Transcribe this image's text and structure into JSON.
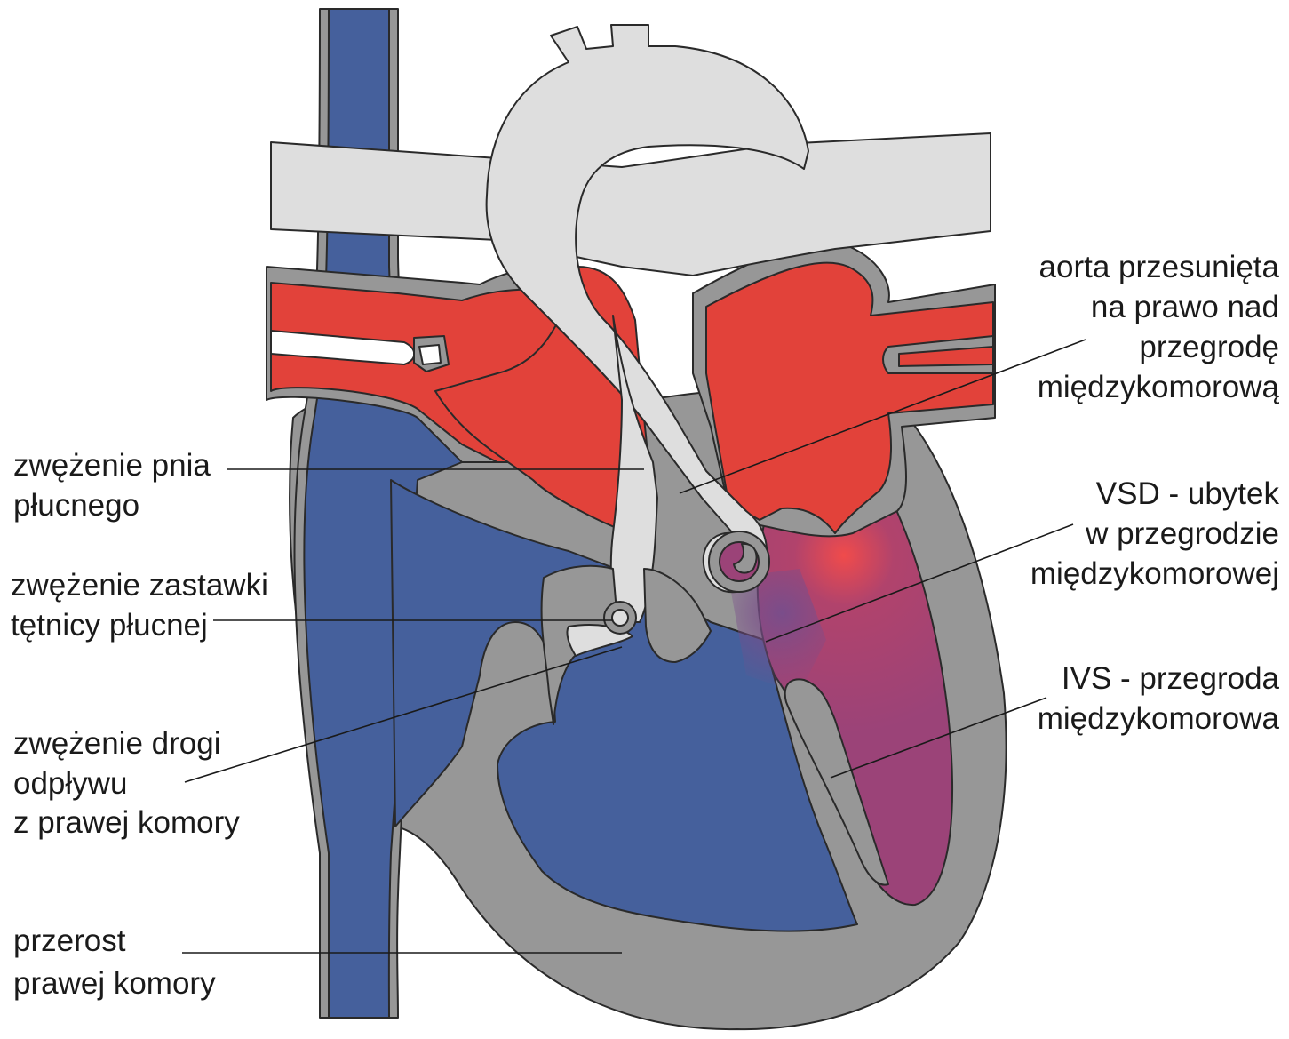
{
  "labels": {
    "aorta": [
      "aorta przesunięta",
      "na prawo nad",
      "przegrodę",
      "międzykomorową"
    ],
    "vsd": [
      "VSD - ubytek",
      "w przegrodzie",
      "międzykomorowej"
    ],
    "ivs": [
      "IVS - przegroda",
      "międzykomorowa"
    ],
    "pulmonary_trunk": [
      "zwężenie pnia",
      "płucnego"
    ],
    "pulmonary_valve": [
      "zwężenie zastawki",
      "tętnicy płucnej"
    ],
    "outflow": [
      "zwężenie drogi",
      "odpływu",
      "z prawej komory"
    ],
    "hypertrophy": [
      "przerost",
      "prawej komory"
    ]
  },
  "colors": {
    "deoxygenated": "#45609c",
    "oxygenated": "#e2423a",
    "mixed": "#9b4378",
    "wall": "#979797",
    "great_vessels": "#dedede",
    "outline": "#2a2a2a"
  }
}
